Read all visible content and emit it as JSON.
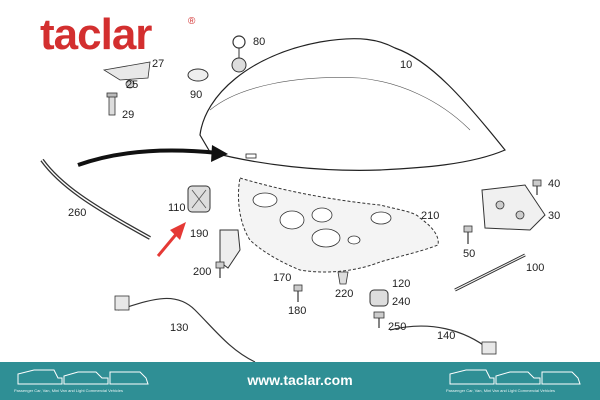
{
  "brand": {
    "name": "taclar",
    "registered_mark": "®",
    "color": "#d32f2f"
  },
  "footer": {
    "url": "www.taclar.com",
    "background": "#2f8f95",
    "left_caption": "Passenger Car, Van, Mini Van and Light Commercial Vehicles",
    "right_caption": "Passenger Car, Van, Mini Van and Light Commercial Vehicles"
  },
  "parts": {
    "p10": "10",
    "p25": "25",
    "p27": "27",
    "p29": "29",
    "p30": "30",
    "p40": "40",
    "p50": "50",
    "p80": "80",
    "p90": "90",
    "p100": "100",
    "p110": "110",
    "p120": "120",
    "p130": "130",
    "p140": "140",
    "p170": "170",
    "p180": "180",
    "p190": "190",
    "p200": "200",
    "p210": "210",
    "p220": "220",
    "p240": "240",
    "p250": "250",
    "p260": "260"
  },
  "highlight_color": "#e53935"
}
